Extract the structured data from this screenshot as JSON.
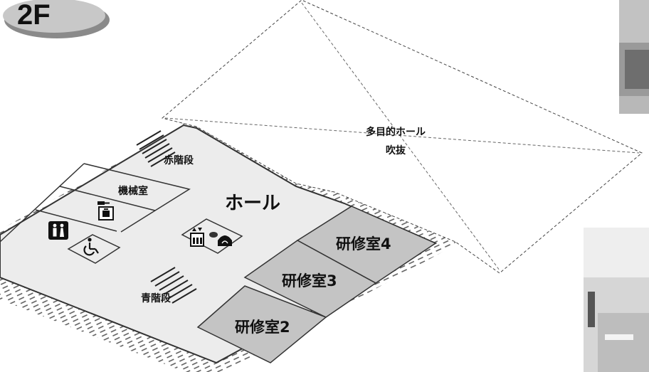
{
  "floor": {
    "label": "2F"
  },
  "rooms": {
    "hall": "ホール",
    "machine_room": "機械室",
    "red_stairs": "赤階段",
    "blue_stairs": "青階段",
    "training_room_4": "研修室4",
    "training_room_3": "研修室3",
    "training_room_2": "研修室2",
    "atrium_line1": "多目的ホール",
    "atrium_line2": "吹抜"
  },
  "icons": [
    "restroom-icon",
    "wheelchair-icon",
    "locker-icon",
    "elevator-icon",
    "lounge-icon"
  ],
  "colors": {
    "floor": "#ececec",
    "training_room": "#c4c4c4",
    "atrium": "#ffffff",
    "outline": "#333333",
    "badge": "#c8c8c8"
  }
}
